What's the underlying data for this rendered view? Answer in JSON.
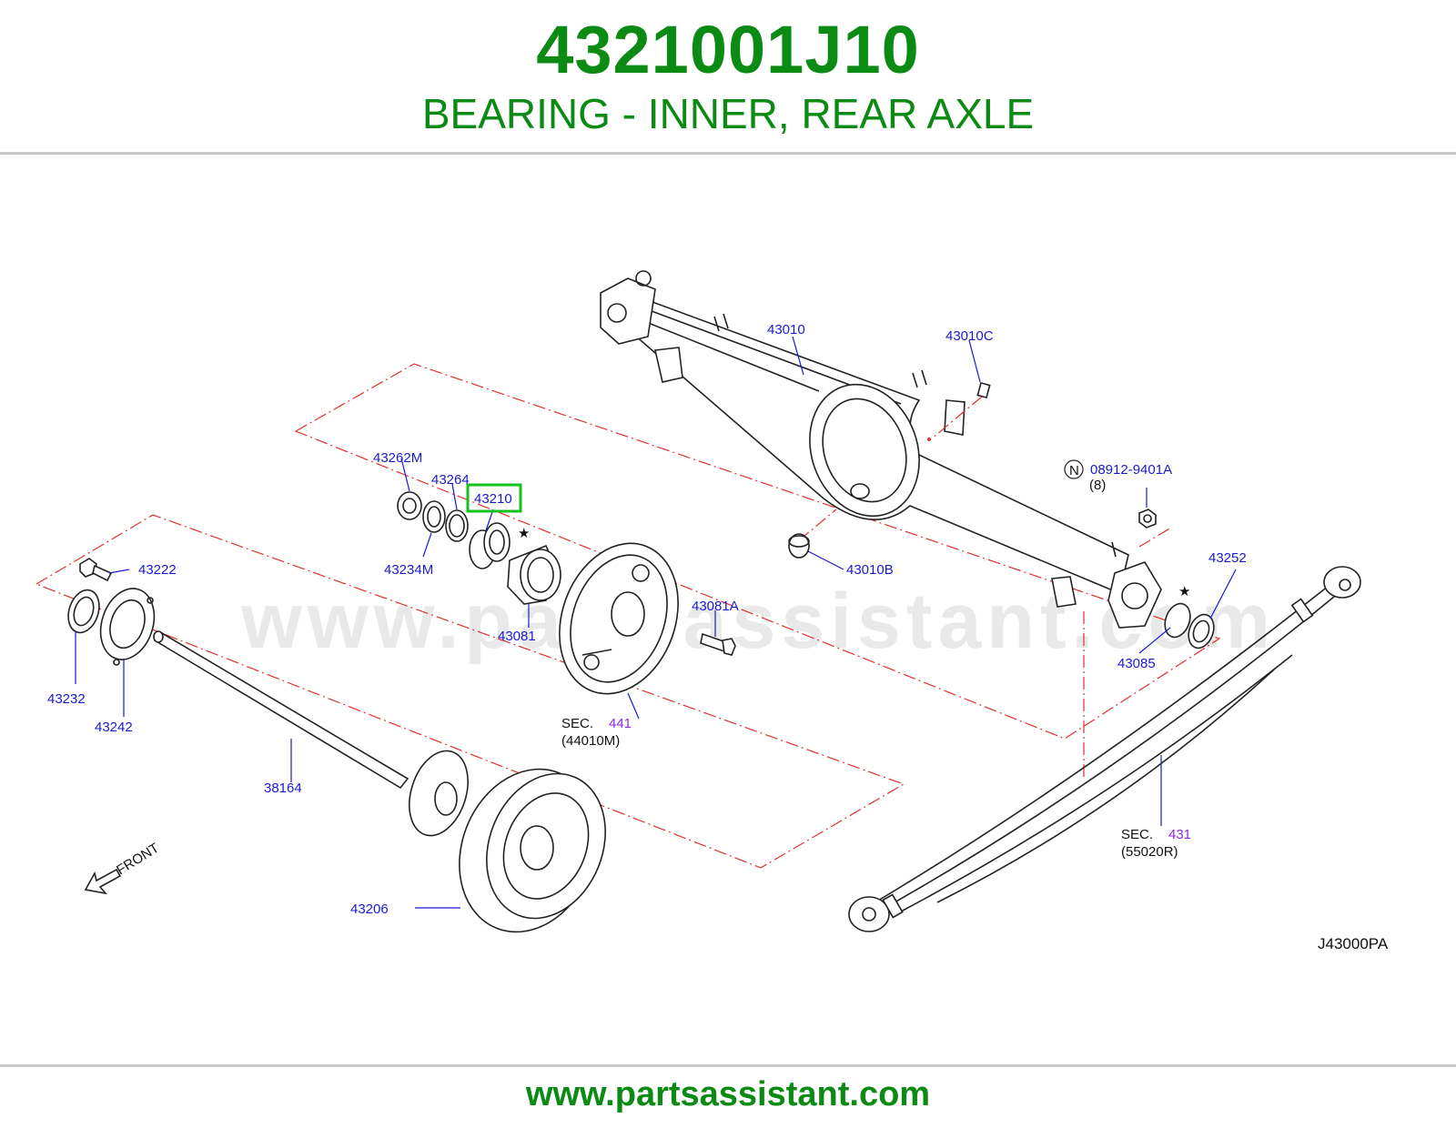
{
  "header": {
    "part_number": "4321001J10",
    "description": "BEARING - INNER, REAR AXLE"
  },
  "footer": {
    "url": "www.partsassistant.com"
  },
  "watermark": "www.partsassistant.com",
  "diagram": {
    "code": "J43000PA",
    "front_label": "FRONT",
    "highlighted_callout": "43210",
    "callouts": {
      "c43010": "43010",
      "c43010C": "43010C",
      "c43010B": "43010B",
      "c08912": "08912-9401A",
      "c08912_qty": "(8)",
      "n_marker": "N",
      "c43262M": "43262M",
      "c43264": "43264",
      "c43210": "43210",
      "c43234M": "43234M",
      "c43081": "43081",
      "c43081A": "43081A",
      "c43222": "43222",
      "c43232": "43232",
      "c43242": "43242",
      "c38164": "38164",
      "c43206": "43206",
      "c43252": "43252",
      "c43085": "43085",
      "sec441_prefix": "SEC.",
      "sec441_num": "441",
      "sec441_ref": "(44010M)",
      "sec431_prefix": "SEC.",
      "sec431_num": "431",
      "sec431_ref": "(55020R)",
      "star": "★"
    }
  }
}
